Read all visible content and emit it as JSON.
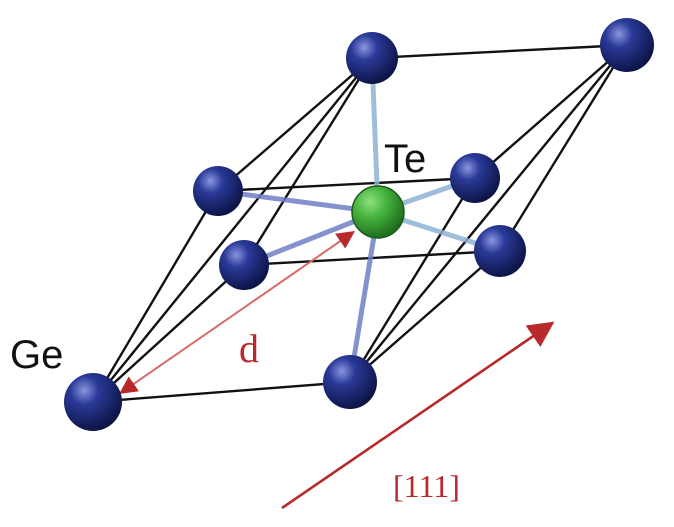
{
  "labels": {
    "te": "Te",
    "ge": "Ge",
    "distance": "d",
    "direction": "[111]"
  },
  "colors": {
    "ge_atom": "#1b2a7a",
    "te_atom": "#3fae3a",
    "arrow": "#b8292b",
    "edge": "#111111"
  }
}
